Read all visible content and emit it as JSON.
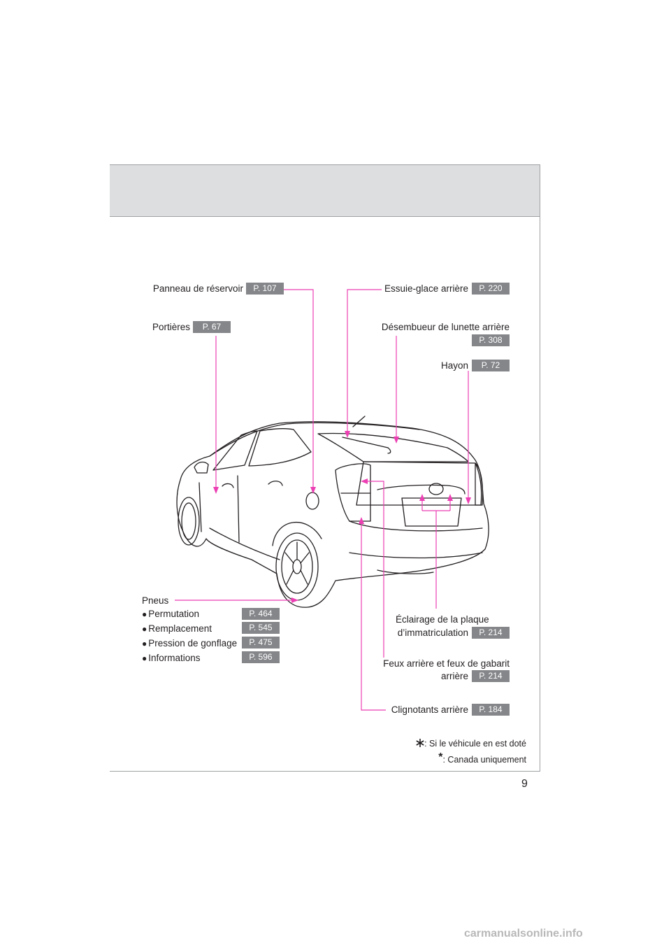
{
  "page_number": "9",
  "callouts": {
    "fuel_door": {
      "label": "Panneau de réservoir",
      "page": "P. 107"
    },
    "doors": {
      "label": "Portières",
      "page": "P. 67"
    },
    "rear_wiper": {
      "label": "Essuie-glace arrière",
      "page": "P. 220"
    },
    "rear_defogger": {
      "label": "Désembueur de lunette arrière",
      "page": "P. 308"
    },
    "back_door": {
      "label": "Hayon",
      "page": "P. 72"
    },
    "license_light": {
      "label_line1": "Éclairage de la plaque",
      "label_line2": "d’immatriculation",
      "page": "P. 214"
    },
    "tail_lights": {
      "label_line1": "Feux arrière et feux de gabarit",
      "label_line2": "arrière",
      "page": "P. 214"
    },
    "turn_signals": {
      "label": "Clignotants arrière",
      "page": "P. 184"
    }
  },
  "tires": {
    "title": "Pneus",
    "items": [
      {
        "label": "Permutation",
        "page": "P. 464"
      },
      {
        "label": "Remplacement",
        "page": "P. 545"
      },
      {
        "label": "Pression de gonflage",
        "page": "P. 475"
      },
      {
        "label": "Informations",
        "page": "P. 596"
      }
    ]
  },
  "notes": {
    "note1": ": Si le véhicule en est doté",
    "note2": ": Canada uniquement"
  },
  "watermark": "carmanualsonline.info",
  "colors": {
    "callout_line": "#ec3fb3",
    "badge": "#848689",
    "band": "#dcdedf"
  }
}
